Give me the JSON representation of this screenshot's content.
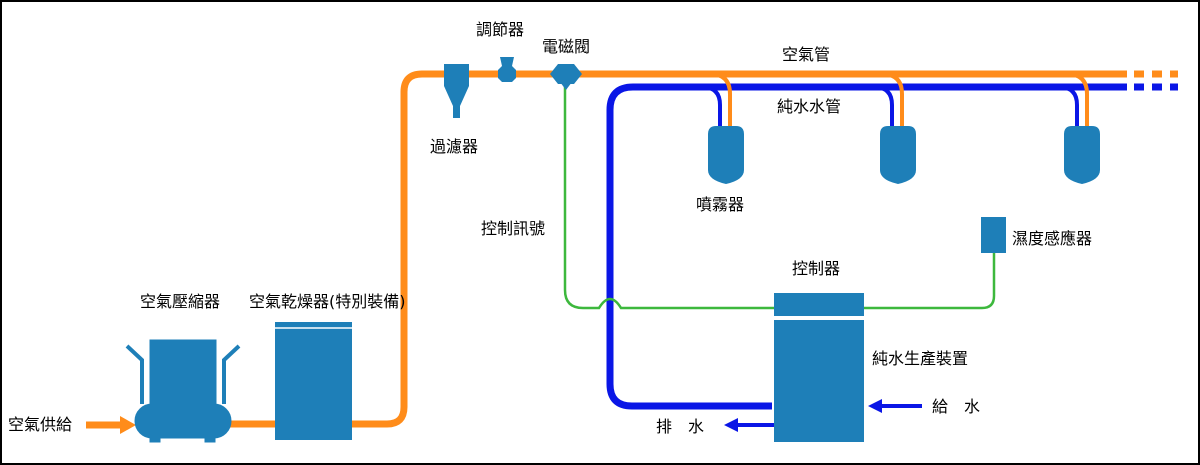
{
  "colors": {
    "air_pipe": "#FF8C1A",
    "water_pipe": "#0A16E6",
    "signal_line": "#3DB83D",
    "equipment": "#1E7FB8",
    "background": "#FFFFFF"
  },
  "labels": {
    "air_supply": "空氣供給",
    "air_compressor": "空氣壓縮器",
    "air_dryer": "空氣乾燥器(特別裝備)",
    "filter": "過濾器",
    "regulator": "調節器",
    "solenoid_valve": "電磁閥",
    "air_pipe": "空氣管",
    "pure_water_pipe": "純水水管",
    "sprayer": "噴霧器",
    "control_signal": "控制訊號",
    "humidity_sensor": "濕度感應器",
    "controller": "控制器",
    "pure_water_unit": "純水生產裝置",
    "water_supply": "給　水",
    "drain": "排　水"
  }
}
